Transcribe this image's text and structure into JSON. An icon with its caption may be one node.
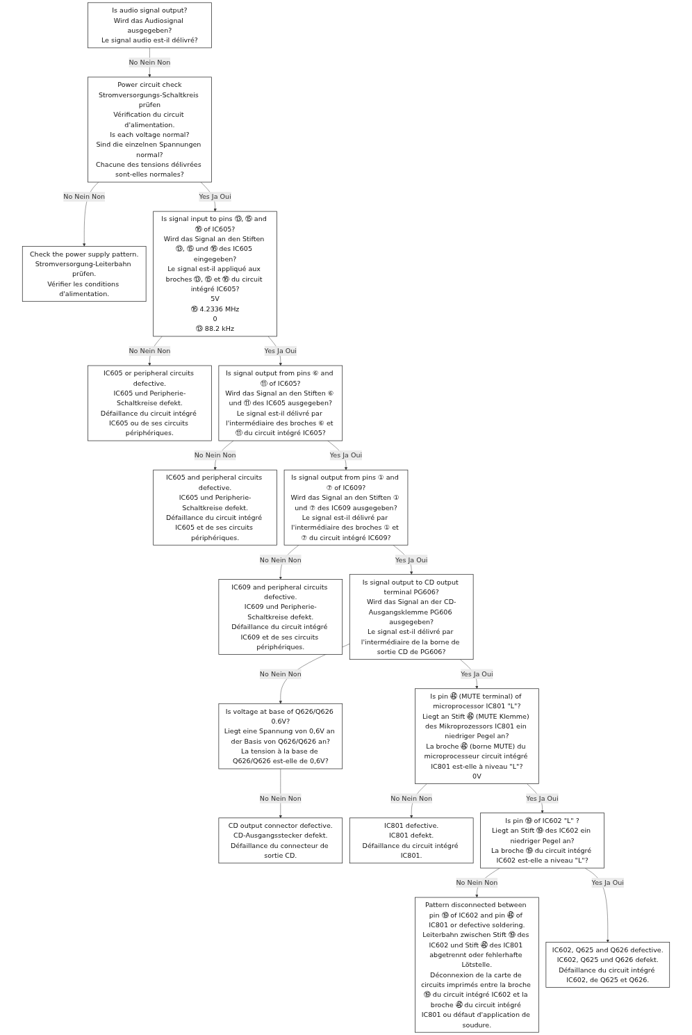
{
  "diagram": {
    "nodes": [
      {
        "text": [
          "Is audio signal output?",
          "Wird das Audiosignal ausgegeben?",
          "Le signal audio est-il délivré?"
        ]
      },
      {
        "text": [
          "Power circuit check",
          "Stromversorgungs-Schaltkreis prüfen",
          "Vérification du circuit d'alimentation.",
          "Is each voltage normal?",
          "Sind die einzelnen Spannungen normal?",
          "Chacune des tensions délivrées sont-elles normales?"
        ]
      },
      {
        "text": [
          "Check the power supply pattern.",
          "Stromversorgung-Leiterbahn prüfen.",
          "Vérifier les conditions d'alimentation."
        ]
      },
      {
        "text": [
          "Is signal input to pins ⑬, ⑮ and ⑯ of IC605?",
          "Wird das Signal an den Stiften ⑬, ⑮ und ⑯ des IC605 eingegeben?",
          "Le signal est-il appliqué aux broches ⑬, ⑮ et ⑯ du circuit intégré IC605?",
          "5V",
          "⑯ 4.2336 MHz",
          "0",
          "⑬ 88.2 kHz"
        ]
      },
      {
        "text": [
          "IC605 or peripheral circuits defective.",
          "IC605 und Peripherie-Schaltkreise defekt.",
          "Défaillance du circuit intégré IC605 ou de ses circuits périphériques."
        ]
      },
      {
        "text": [
          "Is signal output from pins ⑥ and ⑪ of IC605?",
          "Wird das Signal an den Stiften ⑥ und ⑪ des IC605 ausgegeben?",
          "Le signal est-il délivré par l'intermédiaire des broches ⑥ et ⑪ du circuit intégré IC605?"
        ]
      },
      {
        "text": [
          "IC605 and peripheral circuits defective.",
          "IC605 und Peripherie-Schaltkreise defekt.",
          "Défaillance du circuit intégré IC605 et de ses circuits périphériques."
        ]
      },
      {
        "text": [
          "Is signal output from pins ① and ⑦ of IC609?",
          "Wird das Signal an den Stiften ① und ⑦ des IC609 ausgegeben?",
          "Le signal est-il délivré par l'intermédiaire des broches ① et ⑦ du circuit intégré IC609?"
        ]
      },
      {
        "text": [
          "IC609 and peripheral circuits defective.",
          "IC609 und Peripherie-Schaltkreise defekt.",
          "Défaillance du circuit intégré IC609 et de ses circuits périphériques."
        ]
      },
      {
        "text": [
          "Is signal output to CD output terminal PG606?",
          "Wird das Signal an der CD-Ausgangsklemme PG606 ausgegeben?",
          "Le signal est-il délivré par l'intermédiaire de la borne de sortie CD de PG606?"
        ]
      },
      {
        "text": [
          "Is voltage at base of Q626/Q626 0.6V?",
          "Liegt eine Spannung von 0,6V an der Basis von Q626/Q626 an?",
          "La tension à la base de Q626/Q626 est-elle de 0,6V?"
        ]
      },
      {
        "text": [
          "CD output connector defective.",
          "CD-Ausgangsstecker defekt.",
          "Défaillance du connecteur de sortie CD."
        ]
      },
      {
        "text": [
          "Is pin ㊻ (MUTE terminal) of microprocessor IC801 \"L\"?",
          "Liegt an Stift ㊻ (MUTE Klemme) des Mikroprozessors IC801 ein niedriger Pegel an?",
          "La broche ㊻ (borne MUTE) du microprocesseur circuit intégré IC801 est-elle à niveau \"L\"?",
          "0V"
        ]
      },
      {
        "text": [
          "IC801 defective.",
          "IC801 defekt.",
          "Défaillance du circuit intégré IC801."
        ]
      },
      {
        "text": [
          "Is pin ⑲ of IC602 \"L\" ?",
          "Liegt an Stift ⑲ des IC602 ein niedriger Pegel an?",
          "La broche ⑲ du circuit intégré IC602 est-elle a niveau \"L\"?"
        ]
      },
      {
        "text": [
          "Pattern disconnected between pin ⑲ of IC602 and pin ㊻ of IC801 or defective soldering.",
          "Leiterbahn zwischen Stift ⑲ des IC602 und Stift ㊻ des IC801 abgetrennt oder fehlerhafte Lötstelle.",
          "Déconnexion de la carte de circuits imprimés entre la broche ⑲ du circuit intégré IC602 et la broche ㊻ du circuit intégré IC801 ou défaut d'application de soudure."
        ]
      },
      {
        "text": [
          "IC602, Q625 and Q626 defective.",
          "IC602, Q625 und Q626 defekt.",
          "Défaillance du circuit intégré IC602, de Q625 et Q626."
        ]
      }
    ],
    "edges": [
      {
        "from": 0,
        "to": 1,
        "arrow": "to",
        "label": "No Nein Non"
      },
      {
        "from": 1,
        "to": 2,
        "arrow": "to",
        "label": "No Nein Non"
      },
      {
        "from": 1,
        "to": 3,
        "arrow": "to",
        "label": "Yes Ja Oui"
      },
      {
        "from": 3,
        "to": 4,
        "arrow": "to",
        "label": "No Nein Non"
      },
      {
        "from": 3,
        "to": 5,
        "arrow": "to",
        "label": "Yes Ja Oui"
      },
      {
        "from": 5,
        "to": 6,
        "arrow": "to",
        "label": "No Nein Non"
      },
      {
        "from": 5,
        "to": 7,
        "arrow": "to",
        "label": "Yes Ja Oui"
      },
      {
        "from": 7,
        "to": 8,
        "arrow": "to",
        "label": "No Nein Non"
      },
      {
        "from": 7,
        "to": 9,
        "arrow": "to",
        "label": "Yes Ja Oui"
      },
      {
        "from": 9,
        "to": 10,
        "arrow": "to",
        "label": "No Nein Non"
      },
      {
        "from": 10,
        "to": 11,
        "arrow": "to",
        "label": "No Nein Non"
      },
      {
        "from": 9,
        "to": 12,
        "arrow": "to",
        "label": "Yes Ja Oui"
      },
      {
        "from": 12,
        "to": 13,
        "arrow": "to",
        "label": "No Nein Non"
      },
      {
        "from": 12,
        "to": 14,
        "arrow": "to",
        "label": "Yes Ja Oui"
      },
      {
        "from": 14,
        "to": 15,
        "arrow": "to",
        "label": "No Nein Non"
      },
      {
        "from": 14,
        "to": 16,
        "arrow": "to",
        "label": "Yes Ja Oui"
      }
    ]
  }
}
